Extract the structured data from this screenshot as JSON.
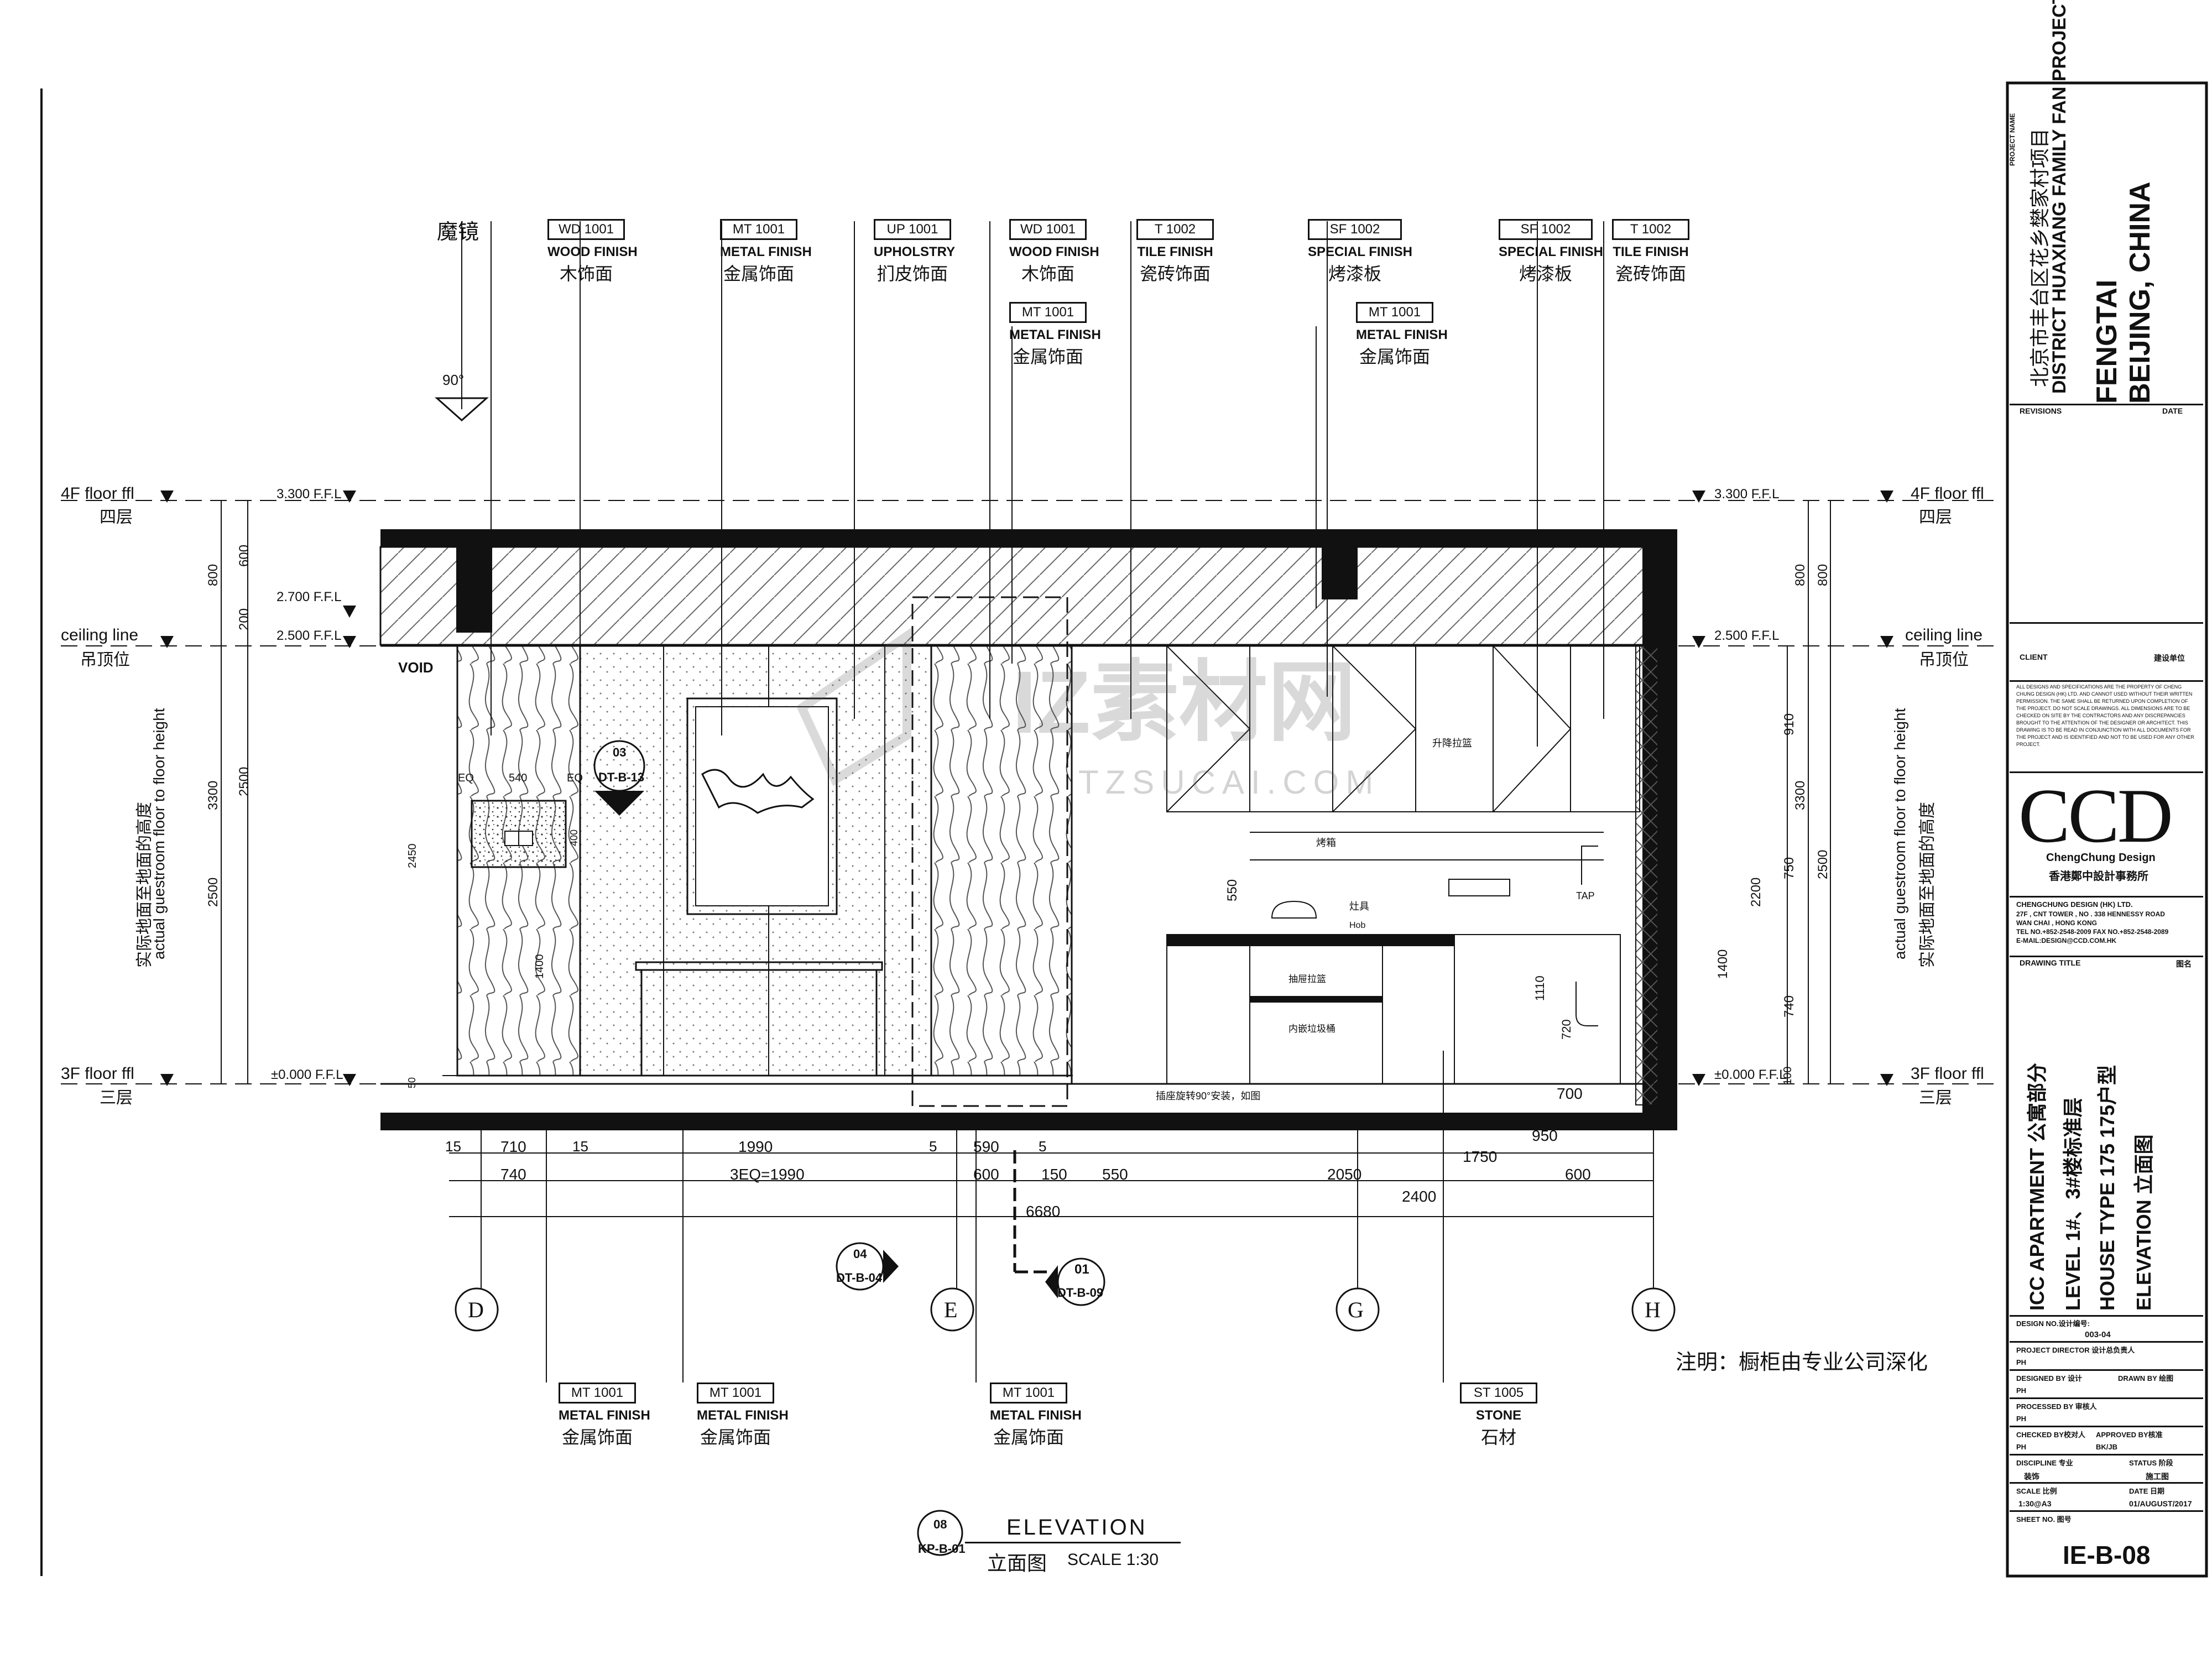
{
  "callouts_top": [
    {
      "code": "",
      "num": "",
      "en": "",
      "cn": "魔镜"
    },
    {
      "code": "WD",
      "num": "1001",
      "en": "WOOD FINISH",
      "cn": "木饰面"
    },
    {
      "code": "MT",
      "num": "1001",
      "en": "METAL FINISH",
      "cn": "金属饰面"
    },
    {
      "code": "UP",
      "num": "1001",
      "en": "UPHOLSTRY",
      "cn": "扪皮饰面"
    },
    {
      "code": "WD",
      "num": "1001",
      "en": "WOOD FINISH",
      "cn": "木饰面"
    },
    {
      "code": "T",
      "num": "1002",
      "en": "TILE FINISH",
      "cn": "瓷砖饰面"
    },
    {
      "code": "SF",
      "num": "1002",
      "en": "SPECIAL FINISH",
      "cn": "烤漆板"
    },
    {
      "code": "SF",
      "num": "1002",
      "en": "SPECIAL FINISH",
      "cn": "烤漆板"
    },
    {
      "code": "T",
      "num": "1002",
      "en": "TILE FINISH",
      "cn": "瓷砖饰面"
    }
  ],
  "callouts_top_2": [
    {
      "code": "MT",
      "num": "1001",
      "en": "METAL FINISH",
      "cn": "金属饰面"
    },
    {
      "code": "MT",
      "num": "1001",
      "en": "METAL FINISH",
      "cn": "金属饰面"
    }
  ],
  "callouts_bottom": [
    {
      "code": "MT",
      "num": "1001",
      "en": "METAL FINISH",
      "cn": "金属饰面"
    },
    {
      "code": "MT",
      "num": "1001",
      "en": "METAL FINISH",
      "cn": "金属饰面"
    },
    {
      "code": "MT",
      "num": "1001",
      "en": "METAL FINISH",
      "cn": "金属饰面"
    },
    {
      "code": "ST",
      "num": "1005",
      "en": "STONE",
      "cn": "石材"
    }
  ],
  "angle": "90°",
  "levels_left": [
    {
      "en": "4F floor ffl",
      "cn": "四层",
      "ffl": "3.300 F.F.L"
    },
    {
      "en": "",
      "cn": "",
      "ffl": "2.700 F.F.L"
    },
    {
      "en": "ceiling line",
      "cn": "吊顶位",
      "ffl": "2.500 F.F.L"
    },
    {
      "en": "3F floor ffl",
      "cn": "三层",
      "ffl": "±0.000 F.F.L"
    }
  ],
  "levels_right": [
    {
      "en": "4F floor ffl",
      "cn": "四层",
      "ffl": "3.300 F.F.L"
    },
    {
      "en": "ceiling line",
      "cn": "吊顶位",
      "ffl": "2.500 F.F.L"
    },
    {
      "en": "3F floor ffl",
      "cn": "三层",
      "ffl": "±0.000 F.F.L"
    }
  ],
  "vert_dims_left": [
    "800",
    "600",
    "200",
    "2500",
    "3300",
    "2500"
  ],
  "vert_dims_right": [
    "800",
    "800",
    "2500",
    "3300"
  ],
  "height_label_cn": "实际地面至地面的高度",
  "height_label_en": "actual guestroom floor to floor height",
  "void": "VOID",
  "inner_dims": {
    "eq1": "EQ",
    "eq_w": "540",
    "eq2": "EQ",
    "h2450": "2450",
    "h400": "400",
    "h1400": "1400",
    "h50": "50",
    "h550": "550",
    "h910": "910",
    "h750": "750",
    "h740": "740",
    "h2200": "2200",
    "h1400b": "1400",
    "h1110": "1110",
    "h720": "720",
    "h100": "100",
    "w700": "700"
  },
  "section_marks": [
    {
      "num": "03",
      "ref": "DT-B-13"
    },
    {
      "num": "04",
      "ref": "DT-B-04"
    },
    {
      "num": "01",
      "ref": "DT-B-09"
    }
  ],
  "kitchen_notes": [
    "升降拉篮",
    "烤箱",
    "灶具",
    "抽屉拉篮",
    "内嵌垃圾桶",
    "插座旋转90°安装，如图",
    "TAP",
    "Hob"
  ],
  "dims_row1": [
    "15",
    "710",
    "15",
    "1990",
    "5",
    "590",
    "5"
  ],
  "dims_row2": [
    "740",
    "3EQ=1990",
    "600",
    "150",
    "550",
    "2050",
    "600"
  ],
  "dims_row3": [
    "950",
    "1750",
    "2400",
    "6680"
  ],
  "grids": [
    "D",
    "E",
    "G",
    "H"
  ],
  "note": "注明：橱柜由专业公司深化",
  "title_mark": {
    "num": "08",
    "ref": "KP-B-01",
    "title_en": "ELEVATION",
    "title_cn": "立面图",
    "scale": "SCALE  1:30"
  },
  "watermark": {
    "cn": "IZ素材网",
    "en": "TZSUCAI.COM"
  },
  "titleblock": {
    "project_name_label": "PROJECT NAME",
    "project_cn": "北京市丰台区花乡樊家村项目",
    "project_en": "DISTRICT HUAXIANG FAMILY FAN PROJECT",
    "city1": "FENGTAI",
    "city2": "BEIJING, CHINA",
    "revisions": "REVISIONS",
    "date": "DATE",
    "client": "CLIENT",
    "client_cn": "建设单位",
    "disclaimer": "ALL DESIGNS AND SPECIFICATIONS ARE THE PROPERTY OF CHENG CHUNG DESIGN (HK) LTD. AND CANNOT USED WITHOUT THEIR WRITTEN PERMISSION. THE SAME SHALL BE RETURNED UPON COMPLETION OF THE PROJECT. DO NOT SCALE DRAWINGS. ALL DIMENSIONS ARE TO BE CHECKED ON SITE BY THE CONTRACTORS AND ANY DISCREPANCIES BROUGHT TO THE ATTENTION OF THE DESIGNER OR ARCHITECT. THIS DRAWING IS TO BE READ IN CONJUNCTION WITH ALL DOCUMENTS FOR THE PROJECT AND IS IDENTIFIED AND NOT TO BE USED FOR ANY OTHER PROJECT.",
    "logo": "CCD",
    "logo_sub1": "ChengChung Design",
    "logo_sub2": "香港鄭中設計事務所",
    "company": "CHENGCHUNG DESIGN (HK) LTD.",
    "addr1": "27F , CNT TOWER , NO . 338 HENNESSY ROAD",
    "addr2": "WAN CHAI , HONG KONG",
    "tel": "TEL NO.+852-2548-2009   FAX NO.+852-2548-2089",
    "email": "E-MAIL:DESIGN@CCD.COM.HK",
    "drawing_title": "DRAWING TITLE",
    "drawing_title_cn": "图名",
    "t1": "ICC APARTMENT  公寓部分",
    "t2": "LEVEL  1#、3#楼标准层",
    "t3": "HOUSE TYPE 175   175户型",
    "t4": "ELEVATION      立面图",
    "design_no_label": "DESIGN NO.设计编号:",
    "design_no": "003-04",
    "pd_label": "PROJECT DIRECTOR  设计总负责人",
    "pd": "PH",
    "designed_label": "DESIGNED BY 设计",
    "drawn_label": "DRAWN BY 绘图",
    "designed": "PH",
    "processed_label": "PROCESSED BY 审核人",
    "processed": "PH",
    "checked_label": "CHECKED BY校对人",
    "approved_label": "APPROVED BY核准",
    "checked": "PH",
    "approved": "BK/JB",
    "discipline_label": "DISCIPLINE 专业",
    "status_label": "STATUS 阶段",
    "discipline": "装饰",
    "status": "施工图",
    "scale_label": "SCALE 比例",
    "date_label": "DATE  日期",
    "scale": "1:30@A3",
    "date_val": "01/AUGUST/2017",
    "sheet_label": "SHEET NO.  图号",
    "sheet": "IE-B-08"
  }
}
